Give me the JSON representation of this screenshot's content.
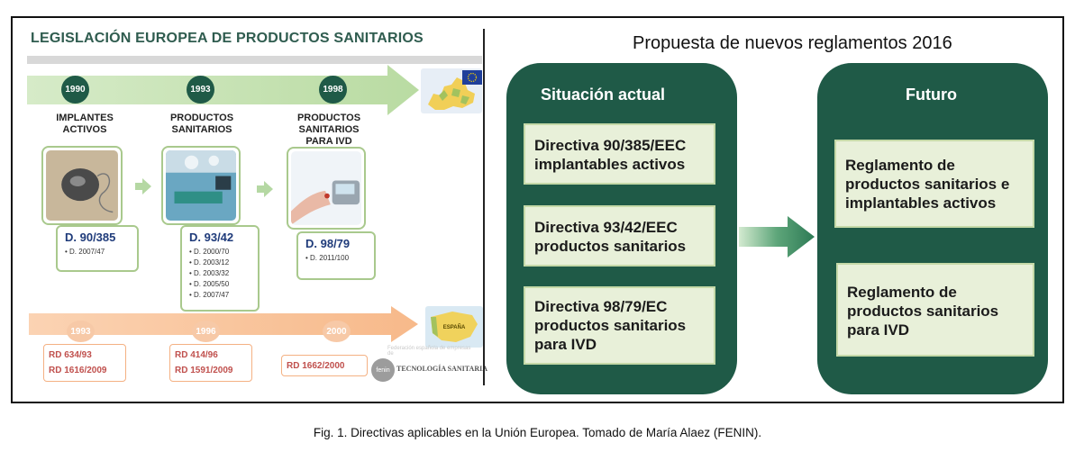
{
  "left": {
    "title": "LEGISLACIÓN EUROPEA DE PRODUCTOS SANITARIOS",
    "eu_years": [
      "1990",
      "1993",
      "1998"
    ],
    "categories": [
      {
        "line1": "IMPLANTES",
        "line2": "ACTIVOS",
        "line3": ""
      },
      {
        "line1": "PRODUCTOS",
        "line2": "SANITARIOS",
        "line3": ""
      },
      {
        "line1": "PRODUCTOS",
        "line2": "SANITARIOS",
        "line3": "PARA IVD"
      }
    ],
    "directives": [
      {
        "main": "D. 90/385",
        "subs": [
          "• D. 2007/47"
        ]
      },
      {
        "main": "D. 93/42",
        "subs": [
          "• D. 2000/70",
          "• D. 2003/12",
          "• D. 2003/32",
          "• D. 2005/50",
          "• D. 2007/47"
        ]
      },
      {
        "main": "D. 98/79",
        "subs": [
          "• D. 2011/100"
        ]
      }
    ],
    "es_years": [
      "1993",
      "1996",
      "2000"
    ],
    "royal_decrees": [
      [
        "RD 634/93",
        "RD 1616/2009"
      ],
      [
        "RD 414/96",
        "RD 1591/2009"
      ],
      [
        "RD 1662/2000"
      ]
    ],
    "map_spain_label": "ESPAÑA",
    "fenin_logo": "fenin",
    "fenin_text": "TECNOLOGÍA SANITARIA",
    "fenin_faint": "Federación española de empresas de"
  },
  "right": {
    "title": "Propuesta de nuevos reglamentos 2016",
    "current_head": "Situación actual",
    "current_items": [
      {
        "l1": "Directiva 90/385/EEC",
        "l2": "implantables activos",
        "l3": ""
      },
      {
        "l1": "Directiva 93/42/EEC",
        "l2": "productos sanitarios",
        "l3": ""
      },
      {
        "l1": "Directiva 98/79/EC",
        "l2": "productos sanitarios",
        "l3": "para IVD"
      }
    ],
    "future_head": "Futuro",
    "future_items": [
      {
        "l1": "Reglamento de",
        "l2": "productos sanitarios e",
        "l3": "implantables activos"
      },
      {
        "l1": "Reglamento de",
        "l2": "productos sanitarios",
        "l3": "para IVD"
      }
    ]
  },
  "caption": "Fig. 1. Directivas aplicables en la Unión Europea. Tomado de María Alaez (FENIN).",
  "colors": {
    "dark_green": "#1f5a47",
    "light_green_box": "#e8f0d9",
    "orange_arrow": "#f9c49a",
    "eu_arrow": "#c6e0b4"
  }
}
